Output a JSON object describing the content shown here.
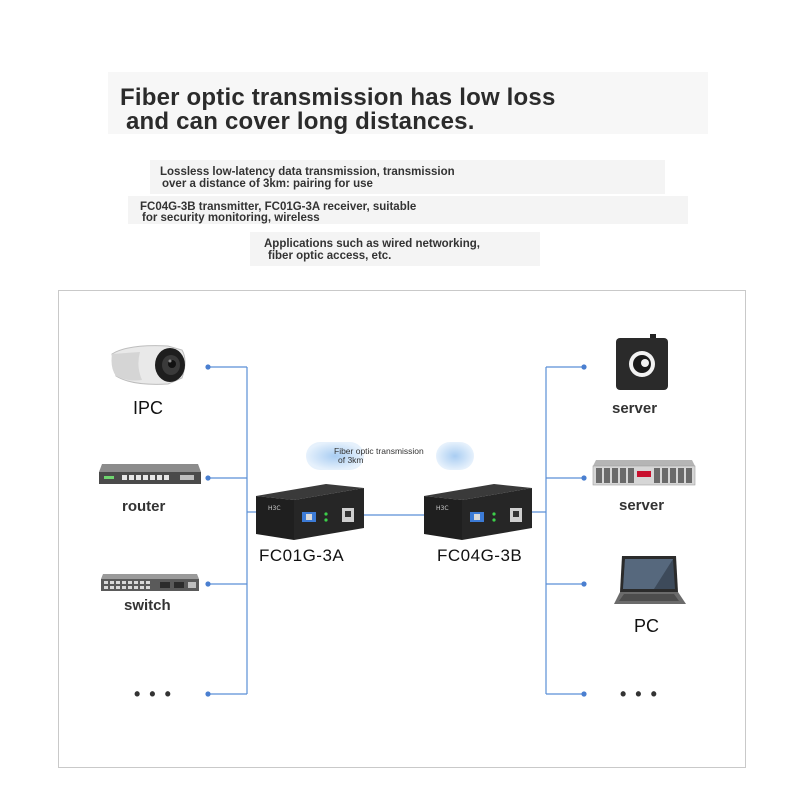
{
  "headline": {
    "line1": "Fiber optic transmission has low loss",
    "line2": "and can cover long distances."
  },
  "notes": {
    "p1_line1": "Lossless low-latency data transmission, transmission",
    "p1_line2": "over a distance of 3km: pairing for use",
    "p2_line1": "FC04G-3B transmitter, FC01G-3A receiver, suitable",
    "p2_line2": "for security monitoring, wireless",
    "p3_line1": "Applications such as wired networking,",
    "p3_line2": "fiber optic access, etc."
  },
  "diagram": {
    "left_devices": [
      {
        "label": "IPC",
        "icon": "ip-camera-icon"
      },
      {
        "label": "router",
        "icon": "router-icon"
      },
      {
        "label": "switch",
        "icon": "switch-icon"
      },
      {
        "label": "• • •",
        "icon": ""
      }
    ],
    "right_devices": [
      {
        "label": "server",
        "icon": "server-box-icon"
      },
      {
        "label": "server",
        "icon": "rack-server-icon"
      },
      {
        "label": "PC",
        "icon": "laptop-icon"
      },
      {
        "label": "• • •",
        "icon": ""
      }
    ],
    "converter_left": {
      "model": "FC01G-3A",
      "brand": "H3C"
    },
    "converter_right": {
      "model": "FC04G-3B",
      "brand": "H3C"
    },
    "fiber_note_line1": "Fiber optic transmission",
    "fiber_note_line2": "of 3km",
    "colors": {
      "line": "#5b8fd6",
      "dot": "#4a7fd0",
      "bubble": "#b7d4f3"
    }
  }
}
